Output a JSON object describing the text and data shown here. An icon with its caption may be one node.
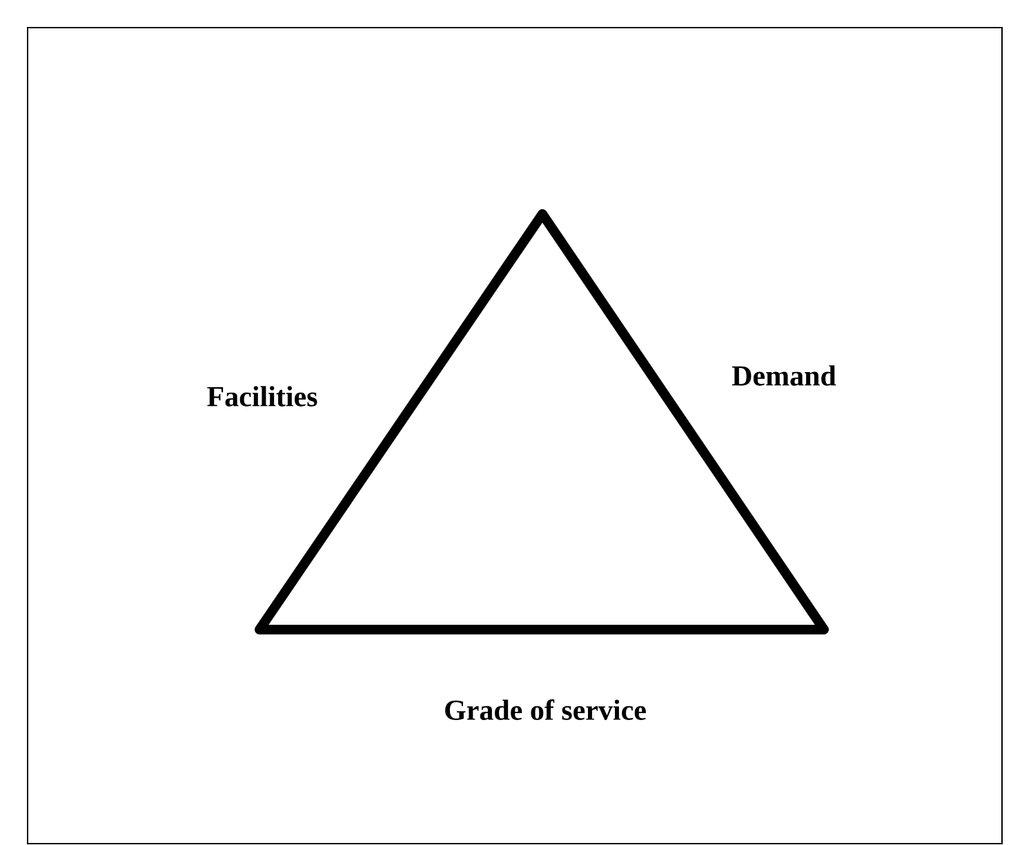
{
  "diagram": {
    "labels": [
      "Facilities",
      "Demand",
      "Grade of service"
    ]
  }
}
